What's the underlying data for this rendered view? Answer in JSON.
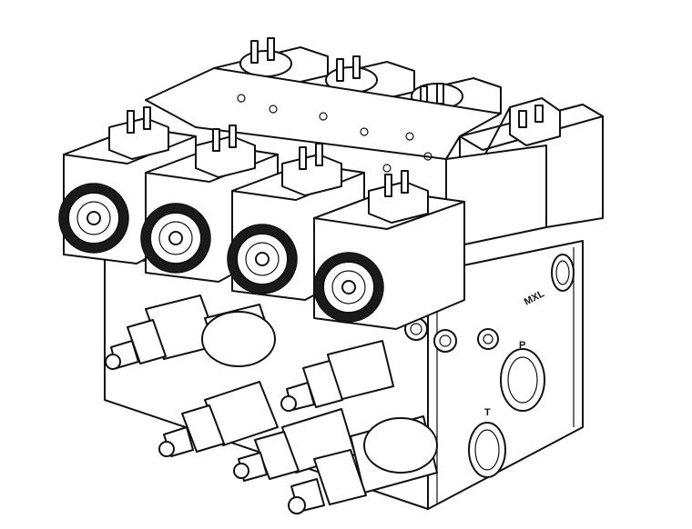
{
  "labels": {
    "mxl": "MXL",
    "p": "P",
    "t": "T"
  },
  "colors": {
    "line": "#111111",
    "background": "#ffffff"
  }
}
